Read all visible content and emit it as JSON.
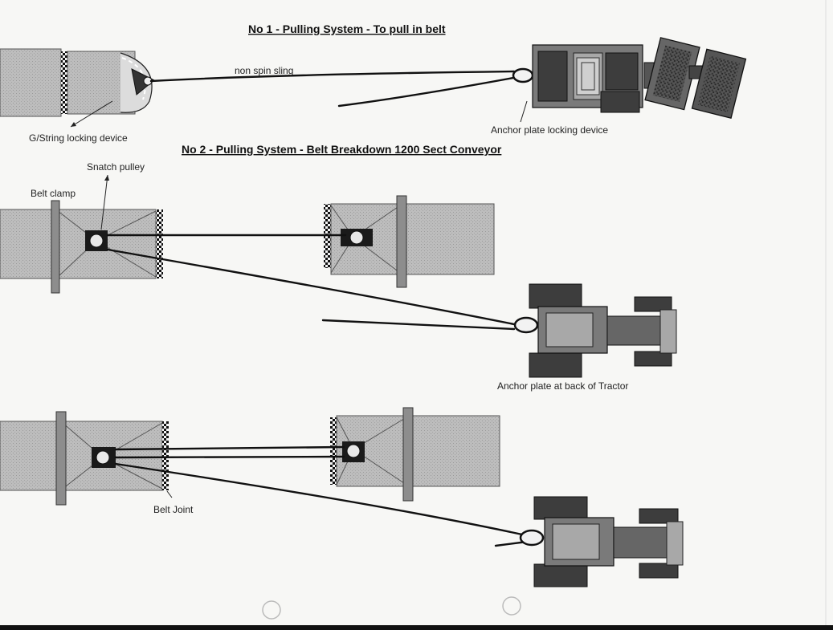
{
  "headings": {
    "system1": "No 1 -  Pulling System - To pull in belt",
    "system2": "No 2 - Pulling System -  Belt Breakdown 1200 Sect Conveyor"
  },
  "labels": {
    "non_spin_sling": "non spin sling",
    "gstring_locking_device": "G/String locking device",
    "anchor_plate_locking_device": "Anchor plate locking device",
    "snatch_pulley": "Snatch pulley",
    "belt_clamp": "Belt clamp",
    "anchor_plate_back_of_tractor": "Anchor plate at back of Tractor",
    "belt_joint": "Belt Joint"
  }
}
